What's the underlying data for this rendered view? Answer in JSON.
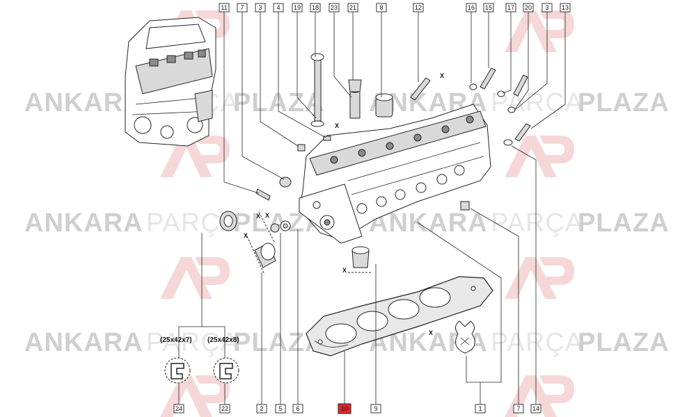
{
  "watermark": {
    "word_left": "ANKARA",
    "word_mid": "PARÇA",
    "word_right": "PLAZA",
    "colors": {
      "dark": "#cfcfcf",
      "light": "#e6e6e6",
      "logo": "#f6d7d7"
    }
  },
  "callouts_top": [
    "11",
    "7",
    "3",
    "4",
    "19",
    "18",
    "23",
    "21",
    "8",
    "12",
    "16",
    "15",
    "17",
    "20",
    "3",
    "13"
  ],
  "callouts_bottom": [
    "24",
    "22",
    "2",
    "5",
    "6",
    "10",
    "9",
    "1",
    "7",
    "14"
  ],
  "highlight": {
    "label": "10",
    "color": "#e8232a"
  },
  "seal_sizes": [
    "(25x42x7)",
    "(25x42x8)"
  ],
  "x_mark": "X",
  "icons": [
    "engine-illustration",
    "cylinder-head",
    "head-gasket",
    "seal-kit-bag",
    "bolt",
    "valve-seal"
  ]
}
